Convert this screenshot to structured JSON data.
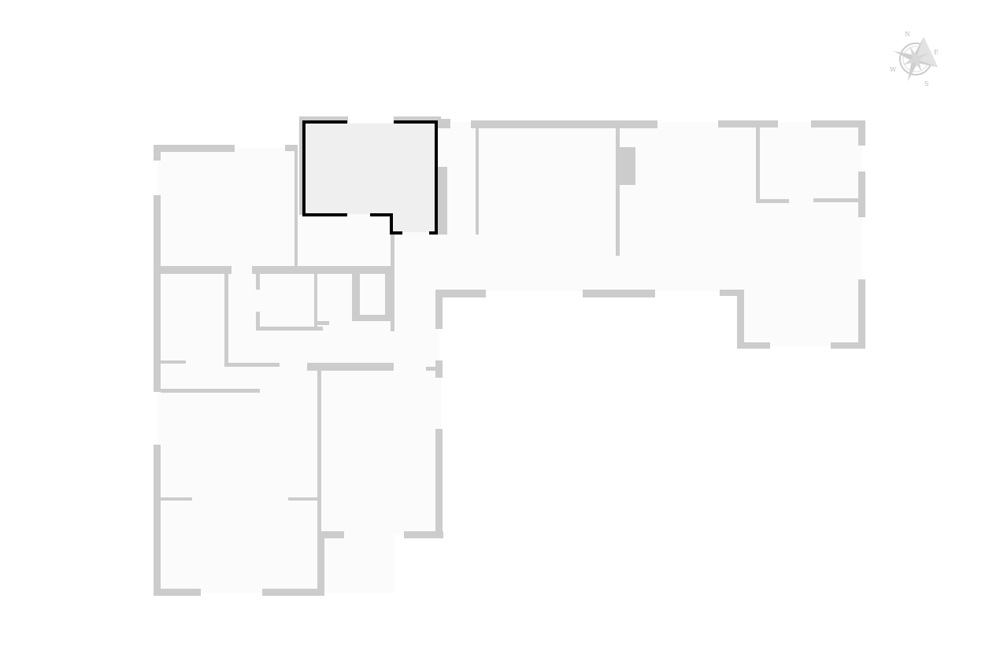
{
  "floor_plan": {
    "selected_room": "highlighted-room",
    "colors": {
      "wall": "#cccccc",
      "floor": "#fbfbfb",
      "selected_fill": "#efefef",
      "selected_outline": "#000000",
      "compass": "#bbbbbb"
    }
  },
  "compass": {
    "north": "N",
    "east": "E",
    "south": "S",
    "west": "W"
  }
}
